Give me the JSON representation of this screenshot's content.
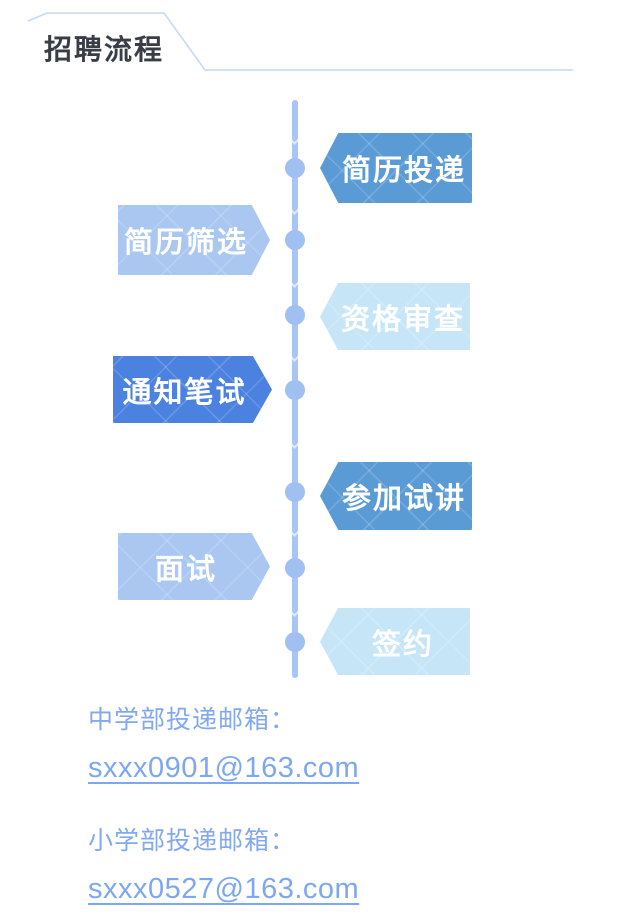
{
  "header": {
    "title": "招聘流程"
  },
  "flow": {
    "steps": [
      {
        "label": "简历投递",
        "side": "right",
        "tone": "medium"
      },
      {
        "label": "简历筛选",
        "side": "left",
        "tone": "light"
      },
      {
        "label": "资格审查",
        "side": "right",
        "tone": "pale"
      },
      {
        "label": "通知笔试",
        "side": "left",
        "tone": "dark"
      },
      {
        "label": "参加试讲",
        "side": "right",
        "tone": "medium"
      },
      {
        "label": "面试",
        "side": "left",
        "tone": "light"
      },
      {
        "label": "签约",
        "side": "right",
        "tone": "pale"
      }
    ]
  },
  "contacts": [
    {
      "label": "中学部投递邮箱：",
      "email": "sxxx0901@163.com"
    },
    {
      "label": "小学部投递邮箱：",
      "email": "sxxx0527@163.com"
    }
  ],
  "colors": {
    "header_border": "#c7d9f0",
    "timeline": "#a8c5f3",
    "tone_medium": "#5b9bd5",
    "tone_light": "#a9c7f1",
    "tone_pale": "#c6e6f8",
    "tone_dark": "#4b82e0",
    "title_text": "#383d46",
    "contact_text": "#82a8f0"
  }
}
